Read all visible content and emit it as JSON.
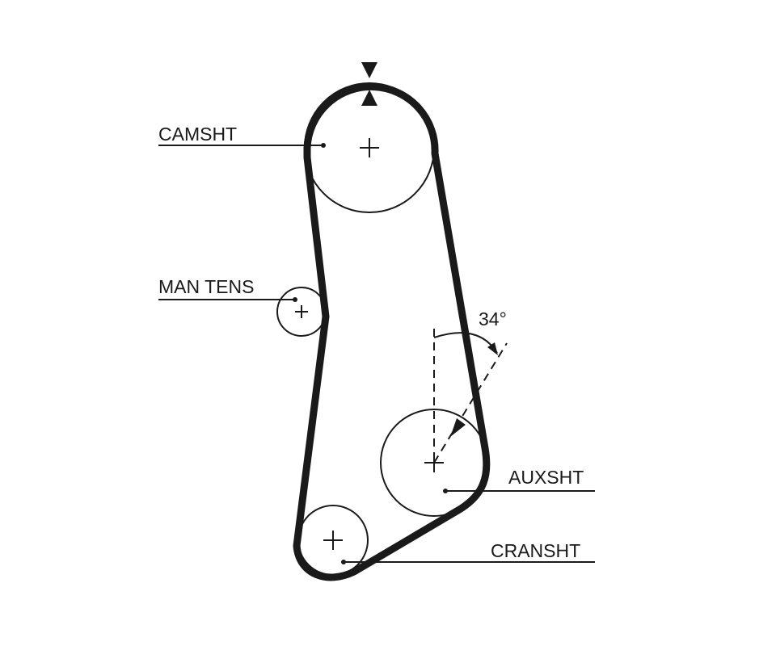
{
  "labels": {
    "camshaft": "CAMSHT",
    "tensioner": "MAN TENS",
    "auxshaft": "AUXSHT",
    "crankshaft": "CRANSHT",
    "angle": "34°"
  },
  "colors": {
    "line": "#1a1a1a",
    "background": "#ffffff"
  }
}
